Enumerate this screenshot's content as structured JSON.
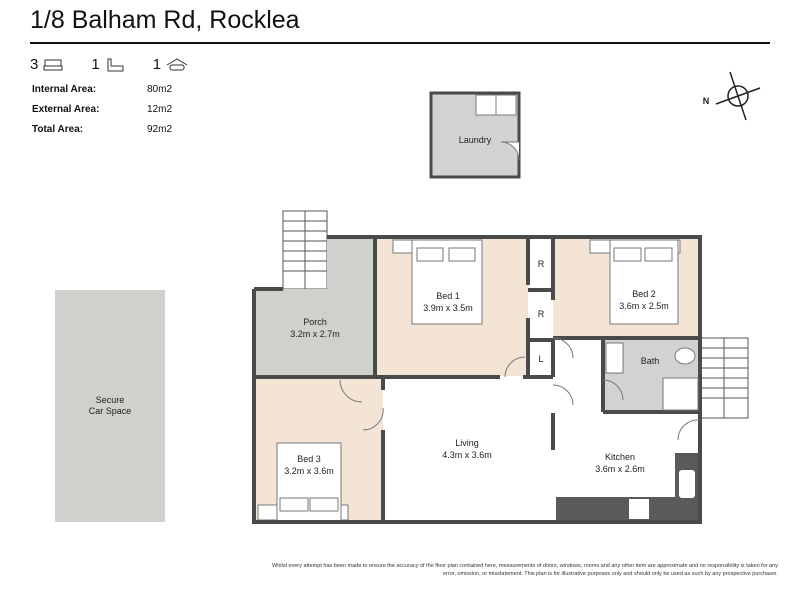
{
  "title": "1/8 Balham Rd, Rocklea",
  "features": [
    {
      "count": "3",
      "icon": "bed-icon"
    },
    {
      "count": "1",
      "icon": "bath-icon"
    },
    {
      "count": "1",
      "icon": "car-icon"
    }
  ],
  "areas": [
    {
      "label": "Internal Area:",
      "value": "80m2"
    },
    {
      "label": "External Area:",
      "value": "12m2"
    },
    {
      "label": "Total Area:",
      "value": "92m2"
    }
  ],
  "compass": {
    "label": "N"
  },
  "rooms": {
    "laundry": {
      "name": "Laundry"
    },
    "car": {
      "name": "Secure",
      "name2": "Car Space"
    },
    "porch": {
      "name": "Porch",
      "dims": "3.2m x 2.7m"
    },
    "bed1": {
      "name": "Bed 1",
      "dims": "3.9m x 3.5m"
    },
    "bed2": {
      "name": "Bed 2",
      "dims": "3.6m x 2.5m"
    },
    "bed3": {
      "name": "Bed 3",
      "dims": "3.2m x 3.6m"
    },
    "living": {
      "name": "Living",
      "dims": "4.3m x 3.6m"
    },
    "kitchen": {
      "name": "Kitchen",
      "dims": "3.6m x 2.6m"
    },
    "bath": {
      "name": "Bath"
    },
    "robe1": {
      "name": "R"
    },
    "robe2": {
      "name": "R"
    },
    "linen": {
      "name": "L"
    }
  },
  "colors": {
    "wall": "#4a4a4a",
    "bedroom": "#f3e4d6",
    "porch": "#cfd1cd",
    "wet": "#d2d2d2",
    "counter": "#5a5a5a"
  },
  "disclaimer": "Whilst every attempt has been made to ensure the accuracy of the floor plan contained here, measurements of doors, windows, rooms and any other item are approximate and no responsibility is taken for any error, omission, or misstatement. This plan is for illustrative purposes only and should only be used as such by any prospective purchaser."
}
